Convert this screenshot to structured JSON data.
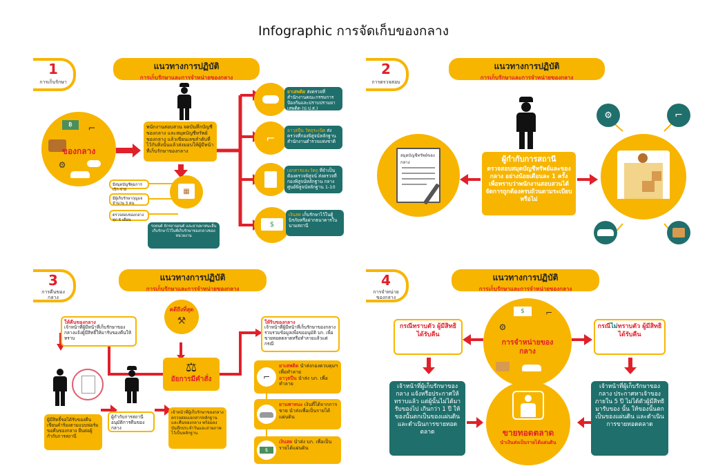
{
  "title": "Infographic การจัดเก็บของกลาง",
  "colors": {
    "yellow": "#f7b500",
    "teal": "#1f6f6c",
    "red": "#e0202a"
  },
  "header_main": "แนวทางการปฏิบัติ",
  "header_sub": "การเก็บรักษาและการจำหน่ายของกลาง",
  "p1": {
    "num": "1",
    "label": "การเก็บรักษา",
    "center": "ของกลาง",
    "officer_text": "พนักงานสอบสวน จดบันทึกบัญชีของกลาง และสมุดบัญชีทรัพย์ของกลาง แล้วเขียนเลขลำดับที่ไว้กับสิ่งนั้นแล้วส่งมอบให้ผู้มีหน้าที่เก็บรักษาของกลาง",
    "items": [
      {
        "title": "ยาเสพติด",
        "text": "ส่งตรวจที่สำนักงานคณะกรรมการป้องกันและปราบปรามยาเสพติด (ป.ป.ส.)"
      },
      {
        "title": "อาวุธปืน วัตถุระเบิด",
        "text": "ส่งตรวจที่กองพิสูจน์หลักฐาน สำนักงานตำรวจแห่งชาติ"
      },
      {
        "title": "เอกสารและวัตถุ",
        "text": "ที่จำเป็นต้องตรวจพิสูจน์ ส่งตรวจที่กองพิสูจน์หลักฐาน กลาง ศูนย์พิสูจน์หลักฐาน 1-10"
      },
      {
        "title": "เงินสด",
        "text": "เก็บรักษาไว้ในตู้นิรภัยหรือฝากธนาคารในนามสถานี"
      }
    ],
    "storage": [
      "มีสมุดบัญชีคุมการเบิก-จ่าย",
      "มีผู้เก็บรักษากุญแจจำนวน 3 คน",
      "ตรวจสอบของกลางทุก 6 เดือน"
    ],
    "vehicle": "รถยนต์ จักรยานยนต์ และยานพาหนะอื่น เก็บรักษาไว้ในที่เก็บรักษาของกลางของหน่วยงาน"
  },
  "p2": {
    "num": "2",
    "label": "การตรวจสอบ",
    "doc_title": "สมุดบัญชีทรัพย์ของกลาง",
    "box_title": "ผู้กำกับการสถานี",
    "box_text": "ตรวจสอบสมุดบัญชีทรัพย์และของกลาง อย่างน้อยเดือนละ 1 ครั้ง เพื่อทราบว่าพนักงานสอบสวนได้จัดการถูกต้องครบถ้วนตามระเบียบหรือไม่"
  },
  "p3": {
    "num": "3",
    "label": "การคืนของกลาง",
    "case_end": "คดีถึงที่สุด",
    "return_title": "ให้คืนของกลาง",
    "return_text": "เจ้าหน้าที่ผู้มีหน้าที่เก็บรักษาของกลางแจ้งผู้มีสิทธิ์ให้มารับของคืนให้ทราบ",
    "forfeit_title": "ให้ริบของกลาง",
    "forfeit_text": "เจ้าหน้าที่ผู้มีหน้าที่เก็บรักษาของกลางรวบรวมข้อมูลเพื่อขออนุมัติ บก. เพื่อขายทอดตลาดหรือทำลายแล้วแต่กรณี",
    "prosecutor": "อัยการมีคำสั่ง",
    "claimant": "ผู้มีสิทธิ์ขอได้รับของคืน เขียนคำร้องตามแบบฟอร์มขอคืนของกลาง ยื่นต่อผู้กำกับการสถานี",
    "chief": "ผู้กำกับการสถานี อนุมัติการคืนของกลาง",
    "officer": "เจ้าหน้าที่ผู้เก็บรักษาของกลาง ตรวจสอบเอกสารหลักฐานและคืนของกลาง พร้อมลงบันทึกประจำวันและถ่ายภาพไว้เป็นหลักฐาน",
    "disposal": [
      {
        "title": "ยาเสพติด",
        "text": "นำส่งกองควบคุมฯ เพื่อทำลาย"
      },
      {
        "title": "อาวุธปืน",
        "text": "นำส่ง บก. เพื่อทำลาย"
      },
      {
        "title": "ยานพาหนะ",
        "text": "เงินที่ได้จากการขาย นำส่งเพื่อเป็นรายได้แผ่นดิน"
      },
      {
        "title": "เงินสด",
        "text": "นำส่ง บก. เพื่อเป็นรายได้แผ่นดิน"
      }
    ]
  },
  "p4": {
    "num": "4",
    "label": "การจำหน่ายของกลาง",
    "center": "การจำหน่ายของกลาง",
    "known_title": "กรณีทราบตัว ผู้มีสิทธิได้รับคืน",
    "unknown_title_a": "กรณี",
    "unknown_title_b": "ไม่",
    "unknown_title_c": "ทราบตัว ผู้มีสิทธิได้รับคืน",
    "known_text": "เจ้าหน้าที่ผู้เก็บรักษาของกลาง แจ้งหรือประกาศให้ทราบแล้ว แต่ผู้นั้นไม่ได้มารับของไป เกินกว่า 1 ปี ให้ของนั้นตกเป็นของแผ่นดิน และดำเนินการขายทอดตลาด",
    "unknown_text": "เจ้าหน้าที่ผู้เก็บรักษาของกลาง ประกาศหาเจ้าของ ภายใน 5 ปี ไม่ได้ตัวผู้มีสิทธิมารับของ นั้น ให้ของนั้นตกเป็นของแผ่นดิน และดำเนินการขายทอดตลาด",
    "auction": "ขายทอดตลาด",
    "auction_sub": "นำเงินส่งเป็นรายได้แผ่นดิน"
  }
}
